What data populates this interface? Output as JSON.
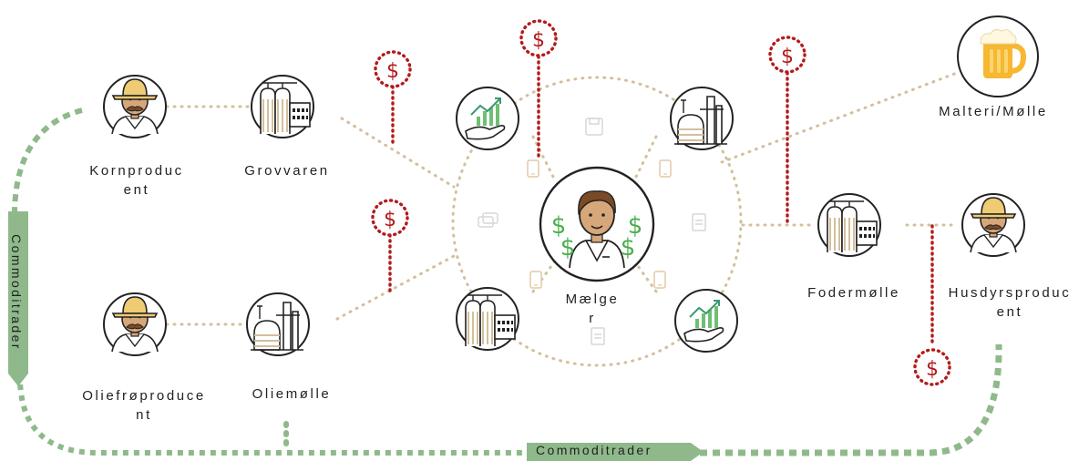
{
  "nodes": {
    "kornproducent": "Kornproduc\nent",
    "grovvaren": "Grovvaren",
    "oliefroproducent": "Oliefrøproduce\nnt",
    "oliemolle": "Oliemølle",
    "maegler": "Mælge\nr",
    "malteri": "Malteri/Mølle",
    "fodermolle": "Fodermølle",
    "husdyrproducent": "Husdyrsproduc\nent"
  },
  "trade_labels": {
    "vertical": "Commoditrader",
    "horizontal": "Commoditrader"
  },
  "money_symbol": "$",
  "colors": {
    "dotted_flow": "#d3bf9c",
    "money_red": "#b31b1b",
    "trade_green": "#8fb98b",
    "icon_outline": "#222222",
    "skin": "#d6a77a",
    "hat": "#efcb73",
    "hair": "#7a4a26",
    "dollar_green": "#4caf50",
    "beer": "#f7b731"
  },
  "icons": {
    "kornproducent": "farmer-icon",
    "grovvaren": "grain-silo-factory-icon",
    "oliefroproducent": "farmer-icon",
    "oliemolle": "oil-refinery-icon",
    "maegler": "broker-icon",
    "malteri": "beer-mug-icon",
    "fodermolle": "grain-silo-factory-icon",
    "husdyrproducent": "farmer-icon"
  }
}
